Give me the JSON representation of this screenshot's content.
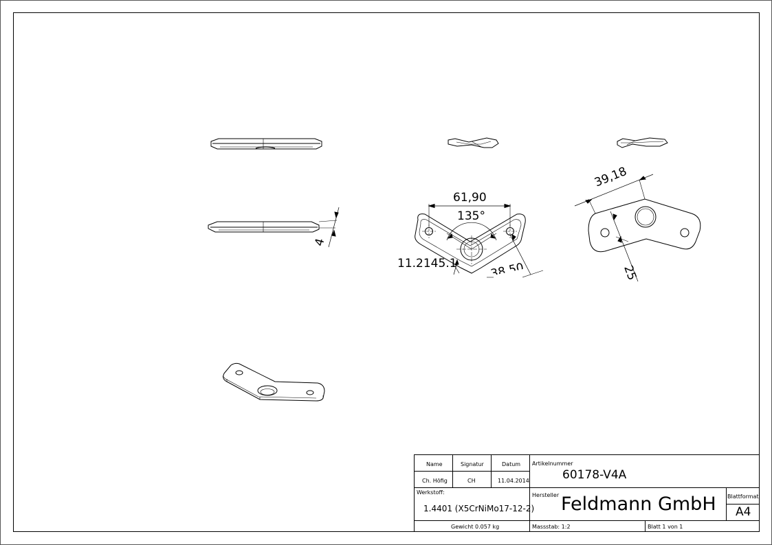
{
  "title_block": {
    "headers": {
      "name": "Name",
      "signature": "Signatur",
      "date": "Datum"
    },
    "row": {
      "name": "Ch. Höfig",
      "signature": "CH",
      "date": "11.04.2014"
    },
    "article_label": "Artikelnummer",
    "article_number": "60178-V4A",
    "material_label": "Werkstoff:",
    "material": "1.4401 (X5CrNiMo17-12-2)",
    "manufacturer_label": "Hersteller",
    "manufacturer": "Feldmann GmbH",
    "format_label": "Blattformat",
    "format": "A4",
    "weight": "Gewicht 0.057 kg",
    "scale": "Massstab: 1:2",
    "sheet": "Blatt 1 von 1"
  },
  "dimensions": {
    "width_total": "61,90",
    "angle": "135°",
    "plate_thickness": "4",
    "leader_note": "11.2145.1",
    "hole_spacing": "38,50",
    "leg_length": "39,18",
    "leg_width": "25"
  }
}
